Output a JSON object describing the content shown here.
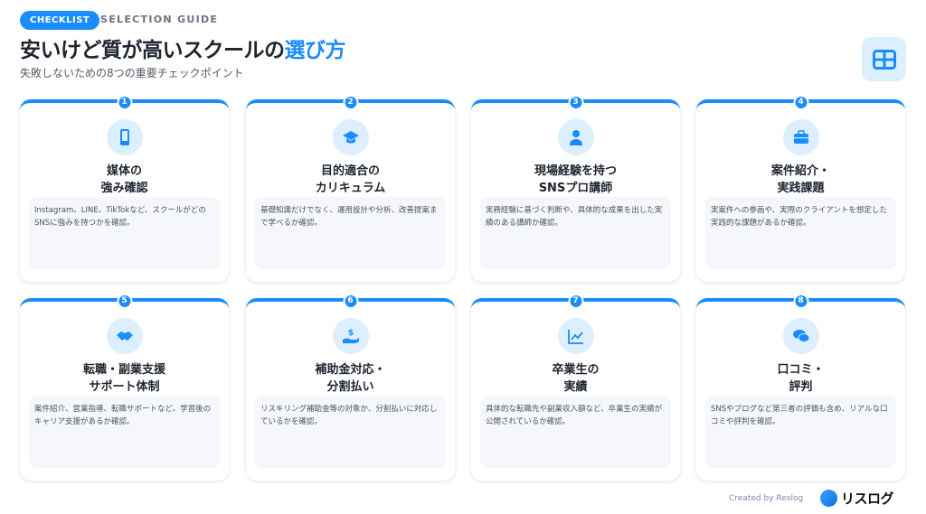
{
  "header": {
    "pill": "CHECKLIST",
    "guide": "SELECTION GUIDE",
    "title_main": "安いけど質が高いスクールの",
    "title_highlight": "選び方",
    "subtitle": "失敗しないための8つの重要チェックポイント"
  },
  "accent": "#1a8cff",
  "cards": [
    {
      "num": "1",
      "icon": "smartphone-icon",
      "title1": "媒体の",
      "title2": "強み確認",
      "desc": "Instagram、LINE、TikTokなど、スクールがどのSNSに強みを持つかを確認。"
    },
    {
      "num": "2",
      "icon": "graduation-cap-icon",
      "title1": "目的適合の",
      "title2": "カリキュラム",
      "desc": "基礎知識だけでなく、運用設計や分析、改善提案まで学べるか確認。"
    },
    {
      "num": "3",
      "icon": "teacher-icon",
      "title1": "現場経験を持つ",
      "title2": "SNSプロ講師",
      "desc": "実務経験に基づく判断や、具体的な成果を出した実績のある講師か確認。"
    },
    {
      "num": "4",
      "icon": "briefcase-icon",
      "title1": "案件紹介・",
      "title2": "実践課題",
      "desc": "実案件への参画や、実際のクライアントを想定した実践的な課題があるか確認。"
    },
    {
      "num": "5",
      "icon": "handshake-icon",
      "title1": "転職・副業支援",
      "title2": "サポート体制",
      "desc": "案件紹介、営業指導、転職サポートなど、学習後のキャリア支援があるか確認。"
    },
    {
      "num": "6",
      "icon": "hand-coin-icon",
      "title1": "補助金対応・",
      "title2": "分割払い",
      "desc": "リスキリング補助金等の対象か、分割払いに対応しているかを確認。"
    },
    {
      "num": "7",
      "icon": "chart-line-icon",
      "title1": "卒業生の",
      "title2": "実績",
      "desc": "具体的な転職先や副業収入額など、卒業生の実績が公開されているか確認。"
    },
    {
      "num": "8",
      "icon": "chat-bubbles-icon",
      "title1": "口コミ・",
      "title2": "評判",
      "desc": "SNSやブログなど第三者の評価も含め、リアルな口コミや評判を確認。"
    }
  ],
  "footer": {
    "credit": "Created by Reslog",
    "logo": "リスログ"
  }
}
